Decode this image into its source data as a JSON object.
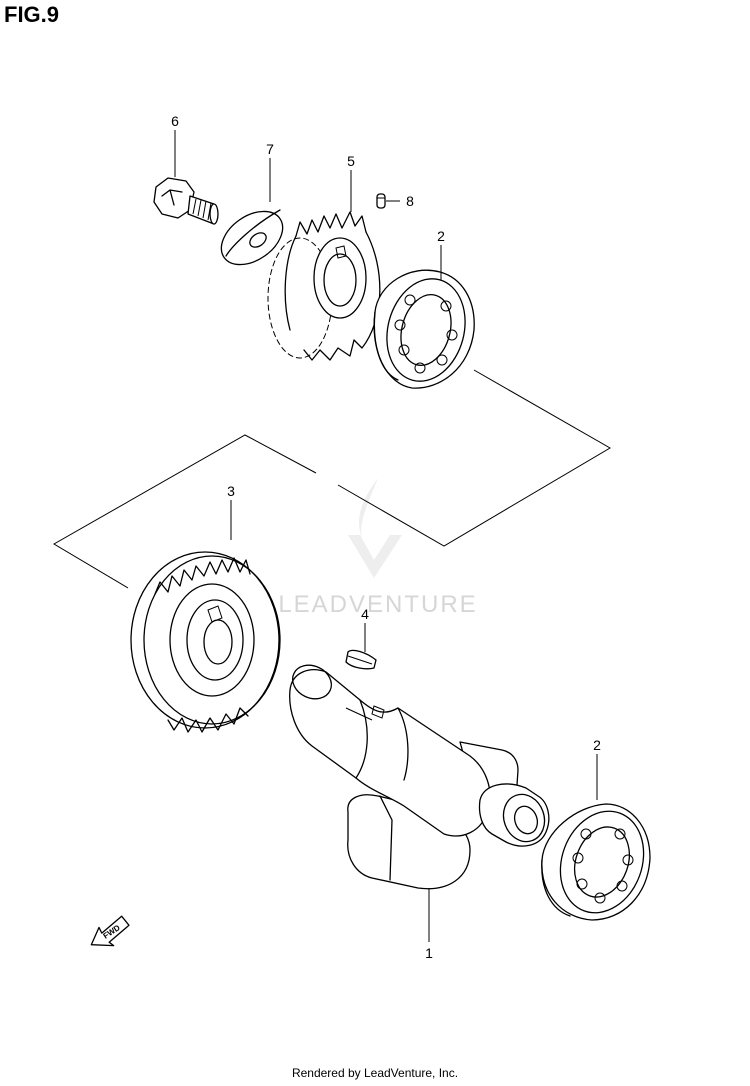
{
  "figure": {
    "title": "FIG.9"
  },
  "callouts": {
    "p1": "1",
    "p2_upper": "2",
    "p2_lower": "2",
    "p3": "3",
    "p4": "4",
    "p5": "5",
    "p6": "6",
    "p7": "7",
    "p8": "8"
  },
  "fwd_label": "FWD",
  "watermark": "LEADVENTURE",
  "footer": "Rendered by LeadVenture, Inc."
}
